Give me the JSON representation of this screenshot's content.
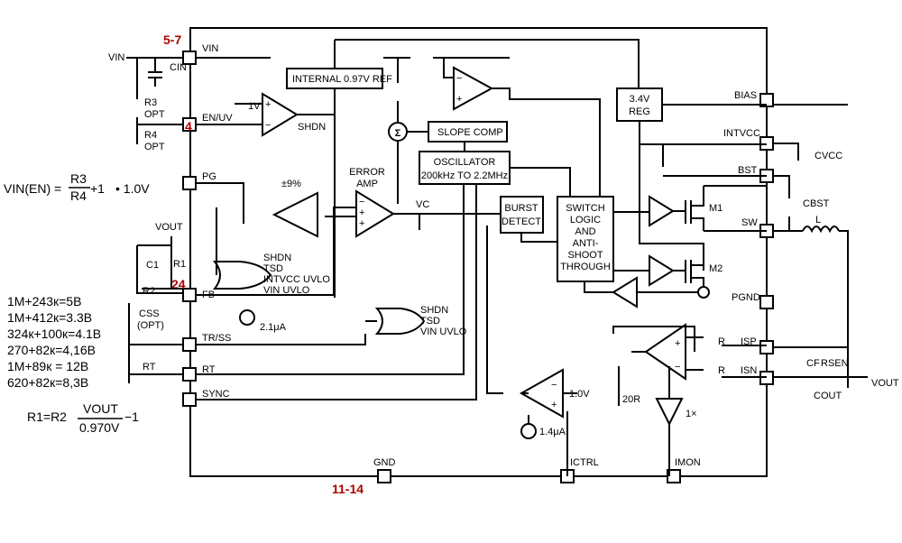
{
  "pins": {
    "vin": "VIN",
    "en_uv": "EN/UV",
    "pg": "PG",
    "fb": "FB",
    "tr_ss": "TR/SS",
    "rt": "RT",
    "sync": "SYNC",
    "gnd": "GND",
    "ictrl": "ICTRL",
    "imon": "IMON",
    "bias": "BIAS",
    "intvcc": "INTVCC",
    "bst": "BST",
    "sw": "SW",
    "pgnd": "PGND",
    "isp": "ISP",
    "isn": "ISN"
  },
  "pin_numbers": {
    "vin": "5-7",
    "en_uv": "4",
    "fb": "24",
    "gnd": "11-14"
  },
  "blocks": {
    "ref": "INTERNAL 0.97V REF",
    "error_amp": [
      "ERROR",
      "AMP"
    ],
    "slope": "SLOPE COMP",
    "osc": [
      "OSCILLATOR",
      "200kHz TO 2.2MHz"
    ],
    "burst": [
      "BURST",
      "DETECT"
    ],
    "switch_logic": [
      "SWITCH",
      "LOGIC",
      "AND",
      "ANTI-",
      "SHOOT",
      "THROUGH"
    ],
    "reg": [
      "3.4V",
      "REG"
    ],
    "shdn_comp": "SHDN",
    "or_pg": [
      "SHDN",
      "TSD",
      "INTVCC UVLO",
      "VIN UVLO"
    ],
    "or_ss": [
      "SHDN",
      "TSD",
      "VIN UVLO"
    ]
  },
  "labels": {
    "vin_ext": "VIN",
    "cin": "CIN",
    "r3": [
      "R3",
      "OPT"
    ],
    "r4": [
      "R4",
      "OPT"
    ],
    "one_v": "1V",
    "pm9": "±9%",
    "vout_top": "VOUT",
    "c1": "C1",
    "r1": "R1",
    "r2": "R2",
    "css": [
      "CSS",
      "(OPT)"
    ],
    "rt_res": "RT",
    "vc": "VC",
    "i_ss": "2.1μA",
    "i_ctrl": "1.4μA",
    "ictrl_ref": "1.0V",
    "r20": "20R",
    "gain": "1×",
    "m1": "M1",
    "m2": "M2",
    "cvcc": "CVCC",
    "cbst": "CBST",
    "l": "L",
    "r_a": "R",
    "r_b": "R",
    "cf": "CF",
    "rsen": "RSEN",
    "cout": "COUT",
    "vout_out": "VOUT",
    "sigma": "Σ"
  },
  "notes": {
    "venable_lhs": "VIN(EN) =",
    "venable_rhs": "• 1.0V",
    "venable_num": "R3",
    "venable_den": "R4",
    "venable_plus": "+1",
    "divider_list": [
      "1M+243к=5В",
      "1M+412к=3.3В",
      "324к+100к=4.1В",
      "270+82к=4,16В",
      "1M+89к = 12В",
      "620+82к=8,3В"
    ],
    "r1_lhs": "R1=R2",
    "r1_num": "VOUT",
    "r1_den": "0.970V",
    "r1_minus": "−1"
  }
}
